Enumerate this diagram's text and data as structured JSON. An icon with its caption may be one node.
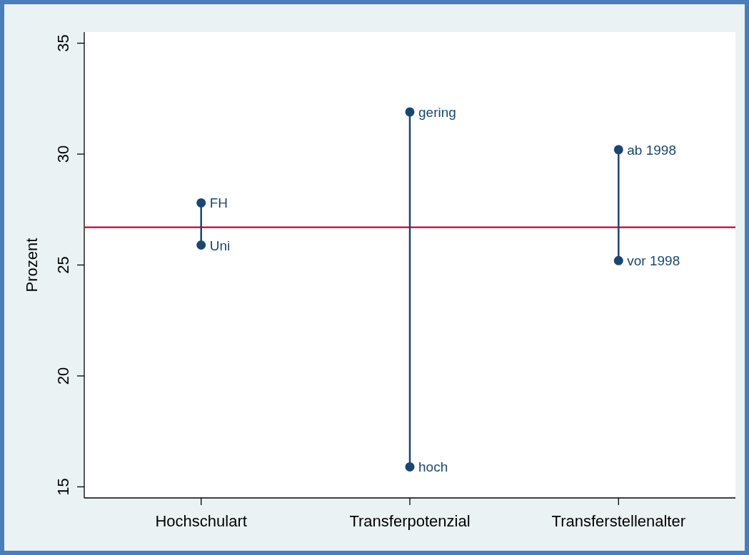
{
  "diagram": {
    "chart_data": {
      "type": "scatter",
      "ylabel": "Prozent",
      "categories": [
        "Hochschulart",
        "Transferpotenzial",
        "Transferstellenalter"
      ],
      "series": [
        {
          "color": "#1a476f",
          "values": [
            27.8,
            31.9,
            30.2
          ]
        },
        {
          "color": "#1a476f",
          "values": [
            25.9,
            15.9,
            25.2
          ]
        }
      ],
      "ylim": [
        14.5,
        35.5
      ],
      "yticks": [
        15,
        20,
        25,
        30,
        35
      ],
      "annotations": [
        {
          "text": "FH",
          "x": "Hochschulart",
          "y": 27.8
        },
        {
          "text": "Uni",
          "x": "Hochschulart",
          "y": 25.9
        },
        {
          "text": "gering",
          "x": "Transferpotenzial",
          "y": 31.9
        },
        {
          "text": "hoch",
          "x": "Transferpotenzial",
          "y": 15.9
        },
        {
          "text": "ab 1998",
          "x": "Transferstellenalter",
          "y": 30.2
        },
        {
          "text": "vor 1998",
          "x": "Transferstellenalter",
          "y": 25.2
        }
      ],
      "ref_lines": [
        {
          "axis": "y",
          "value": 26.7,
          "color": "#c10534"
        }
      ]
    }
  }
}
